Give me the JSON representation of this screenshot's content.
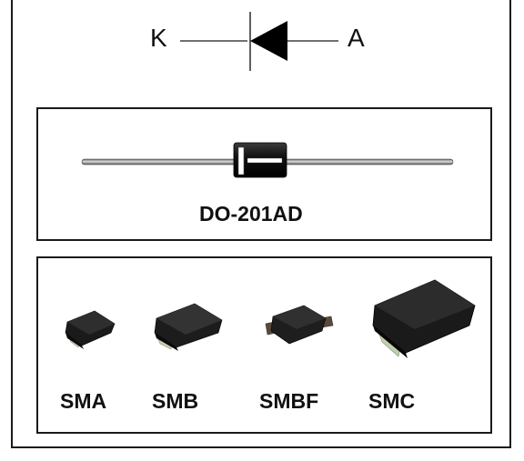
{
  "symbol": {
    "cathode_label": "K",
    "anode_label": "A"
  },
  "through_hole": {
    "package_label": "DO-201AD"
  },
  "smd": {
    "packages": [
      {
        "label": "SMA"
      },
      {
        "label": "SMB"
      },
      {
        "label": "SMBF"
      },
      {
        "label": "SMC"
      }
    ]
  },
  "colors": {
    "line": "#1a1a1a",
    "component_body": "#1c1c1c",
    "lead": "#9a9a9a",
    "terminal": "#c8c8b0"
  }
}
